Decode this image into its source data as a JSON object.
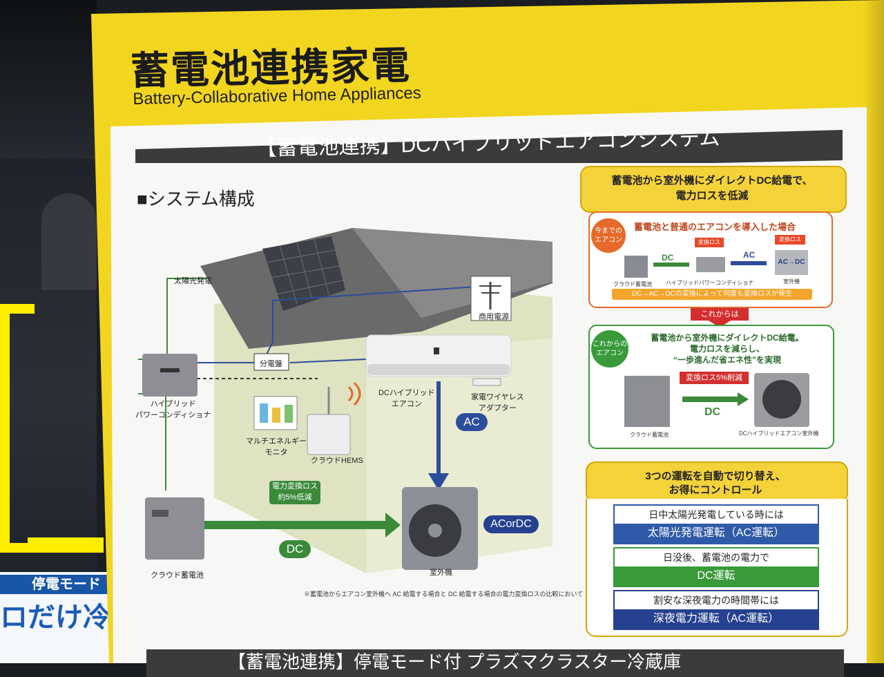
{
  "title_jp": "蓄電池連携家電",
  "title_en": "Battery-Collaborative Home Appliances",
  "system_bar": "【蓄電池連携】DCハイブリッドエアコンシステム",
  "section_label": "■システム構成",
  "diagram": {
    "solar": "太陽光発電",
    "utility": "商用電源",
    "distribution_board": "分電盤",
    "hybrid_pcs": "ハイブリッド\nパワーコンディショナ",
    "multi_monitor": "マルチエネルギー\nモニタ",
    "cloud_hems": "クラウドHEMS",
    "dc_aircon": "DCハイブリッド\nエアコン",
    "wireless_adapter": "家電ワイヤレス\nアダプター",
    "ac_tag": "AC",
    "loss_tag": "電力変換ロス\n約5%低減",
    "dc_tag": "DC",
    "ac_or_dc_tag": "ACorDC",
    "outdoor_unit": "室外機",
    "cloud_battery": "クラウド蓄電池"
  },
  "footnote": "※蓄電池からエアコン室外機へ AC 給電する場合と DC 給電する場合の電力変換ロスの比較において",
  "panel_a": {
    "head_line1": "蓄電池から室外機にダイレクトDC給電で、",
    "head_line2": "電力ロスを低減",
    "badge": "今までの\nエアコン",
    "subtitle": "蓄電池と普通のエアコンを導入した場合",
    "dc": "DC",
    "ac": "AC",
    "loss1": "変換ロス",
    "loss2": "変換ロス",
    "acdc": "AC→DC",
    "item1": "クラウド蓄電池",
    "item2": "ハイブリッドパワーコンディショナ",
    "item3": "室外機",
    "bar": "DC→AC→DCの変換によって何度も変換ロスが発生"
  },
  "arrow_label": "これからは",
  "panel_b": {
    "badge": "これからの\nエアコン",
    "line1": "蓄電池から室外機にダイレクトDC給電。",
    "line2": "電力ロスを減らし、",
    "line3": "“一歩進んだ省エネ性”を実現",
    "loss_tag": "変換ロス5%削減",
    "dc": "DC",
    "item1": "クラウド蓄電池",
    "item2": "DCハイブリッドエアコン室外機"
  },
  "panel_c": {
    "head_line1": "3つの運転を自動で切り替え、",
    "head_line2": "お得にコントロール",
    "modes": [
      {
        "top": "日中太陽光発電している時には",
        "bottom": "太陽光発電運転（AC運転）",
        "color": "#2f5aa8"
      },
      {
        "top": "日没後、蓄電池の電力で",
        "bottom": "DC運転",
        "color": "#3a9a3a"
      },
      {
        "top": "割安な深夜電力の時間帯には",
        "bottom": "深夜電力運転（AC運転）",
        "color": "#26418f"
      }
    ]
  },
  "bottom_bar": "【蓄電池連携】停電モード付 プラズマクラスター冷蔵庫",
  "left_sign_top": "停電モード",
  "left_sign_main": "ロだけ冷ホ"
}
